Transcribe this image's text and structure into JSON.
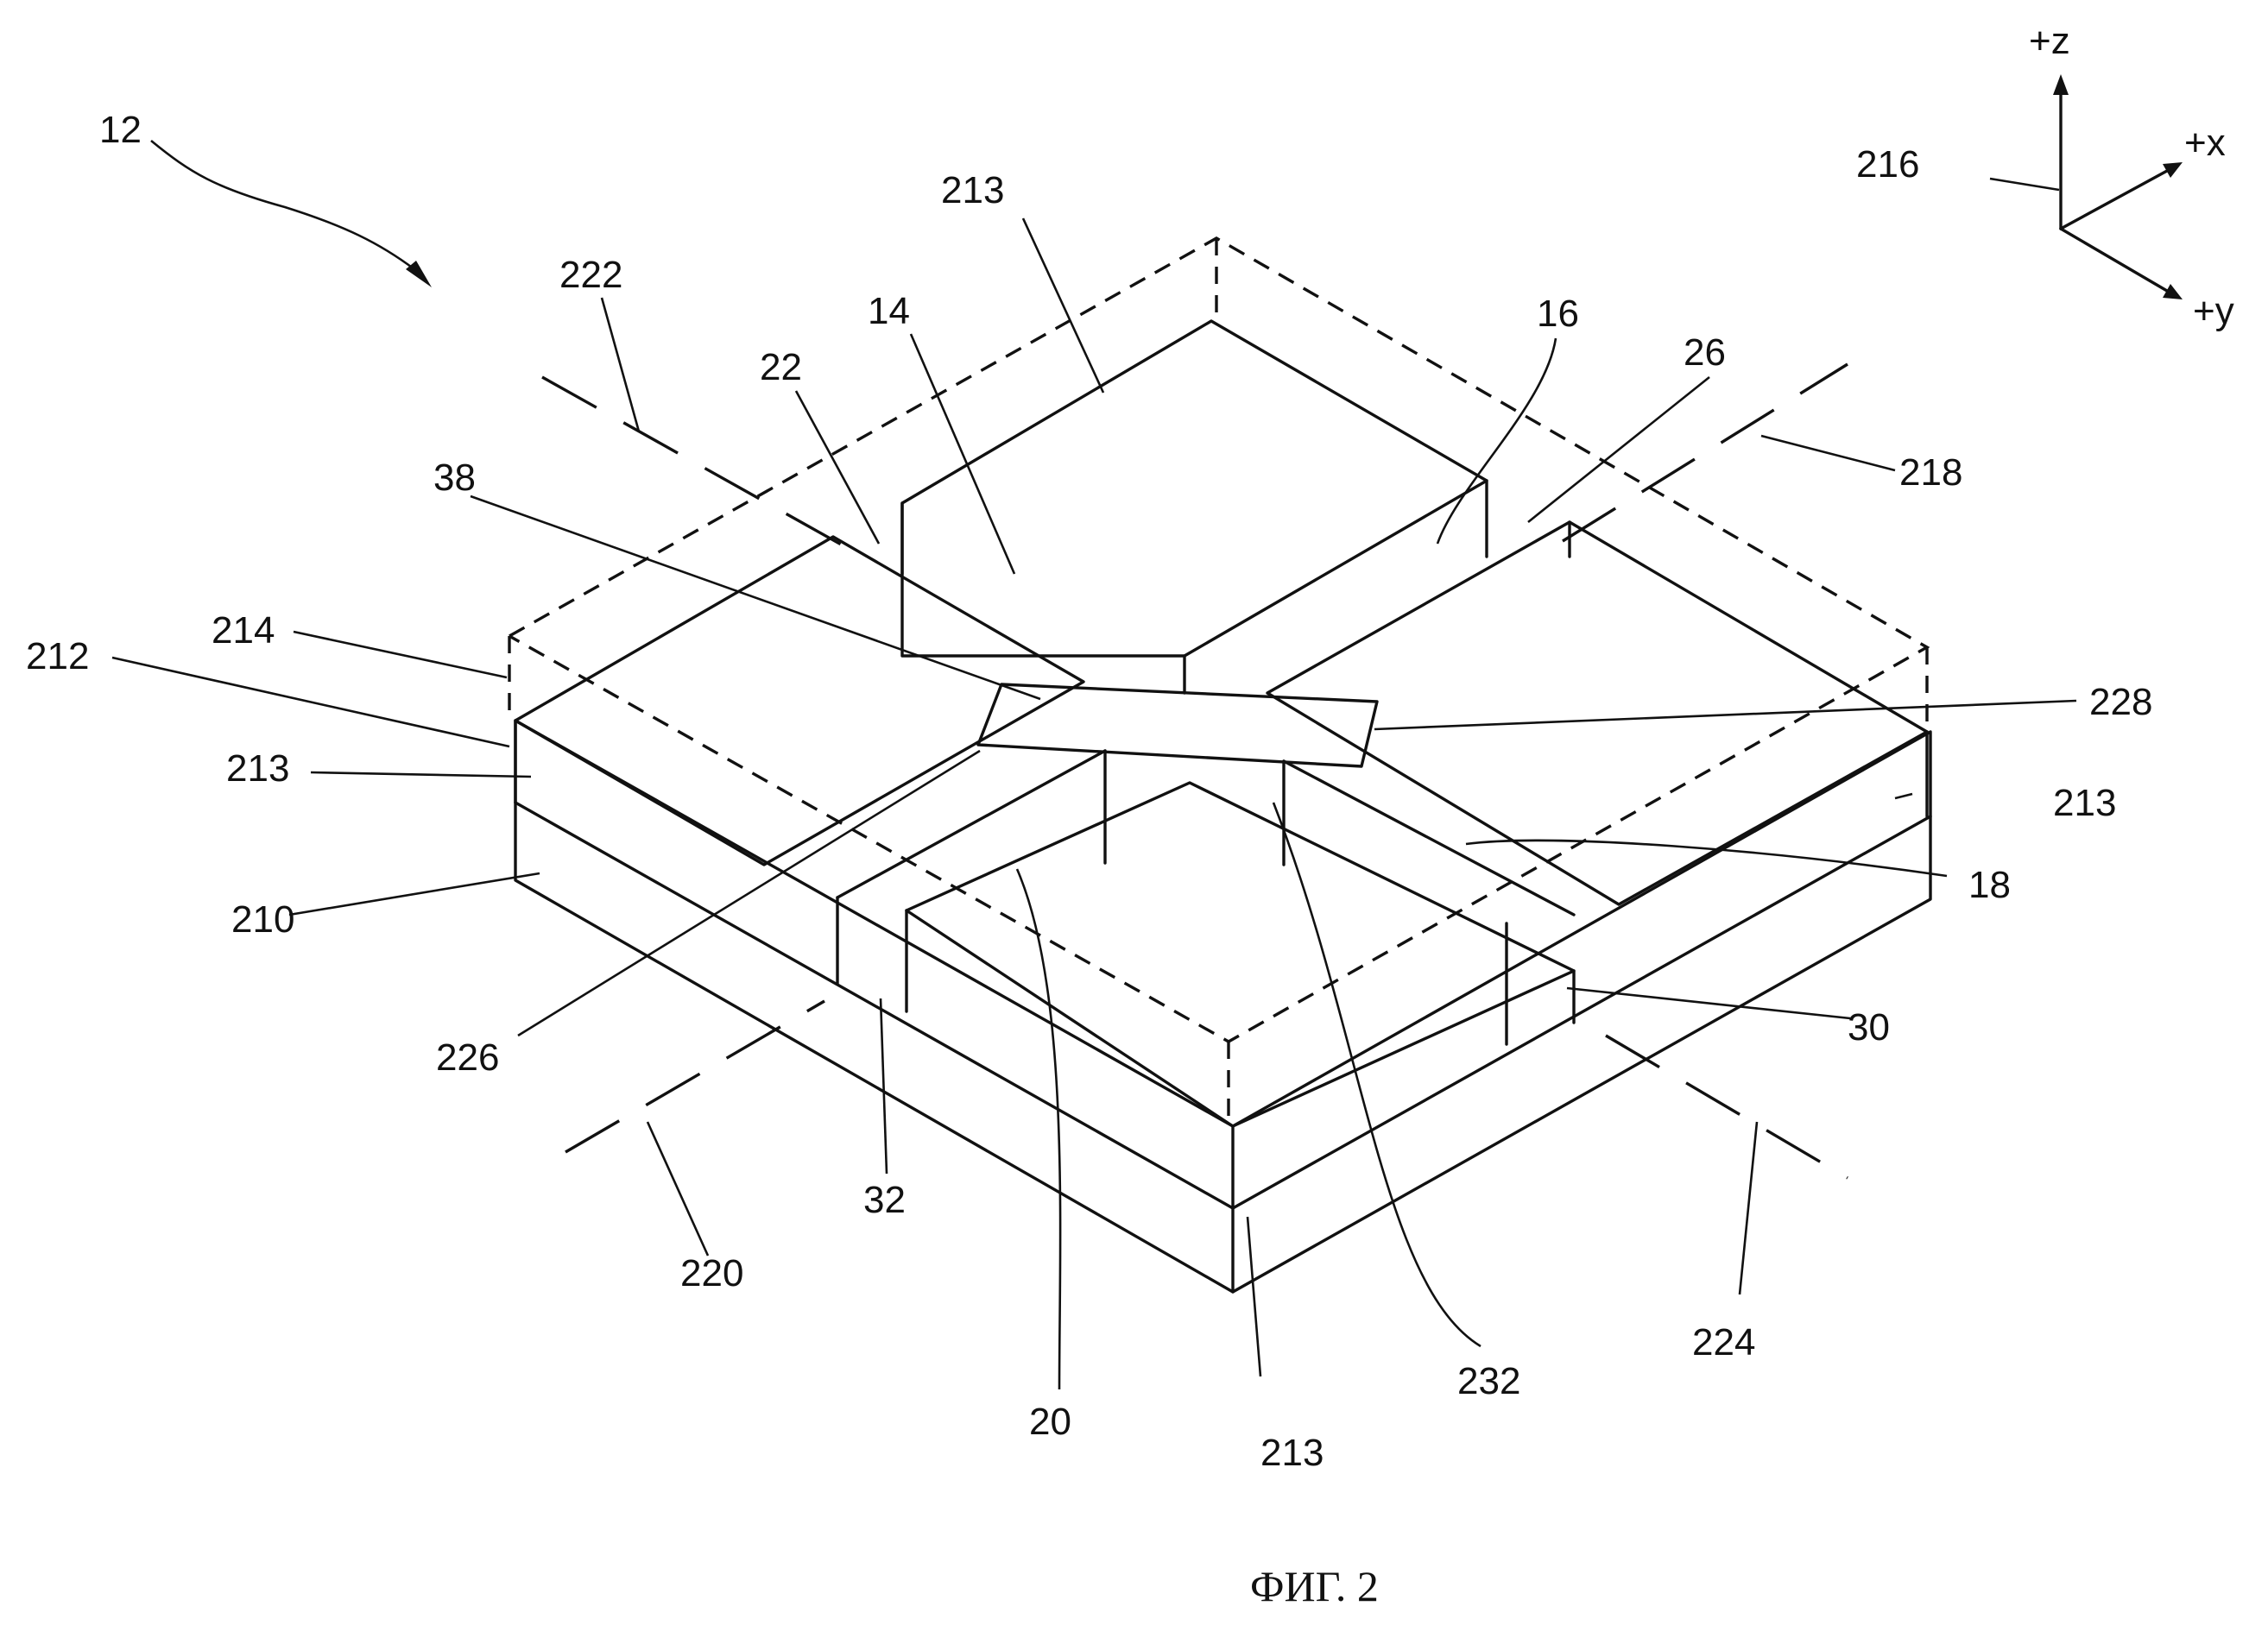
{
  "figure": {
    "caption": "ФИГ. 2",
    "axes": {
      "z": "+z",
      "x": "+x",
      "y": "+y"
    },
    "labels": [
      {
        "id": "ref-12",
        "text": "12"
      },
      {
        "id": "ref-213-top",
        "text": "213"
      },
      {
        "id": "ref-216",
        "text": "216"
      },
      {
        "id": "ref-222",
        "text": "222"
      },
      {
        "id": "ref-14",
        "text": "14"
      },
      {
        "id": "ref-22",
        "text": "22"
      },
      {
        "id": "ref-16",
        "text": "16"
      },
      {
        "id": "ref-26",
        "text": "26"
      },
      {
        "id": "ref-218",
        "text": "218"
      },
      {
        "id": "ref-38",
        "text": "38"
      },
      {
        "id": "ref-214",
        "text": "214"
      },
      {
        "id": "ref-212",
        "text": "212"
      },
      {
        "id": "ref-228",
        "text": "228"
      },
      {
        "id": "ref-213-left",
        "text": "213"
      },
      {
        "id": "ref-213-right",
        "text": "213"
      },
      {
        "id": "ref-210",
        "text": "210"
      },
      {
        "id": "ref-18",
        "text": "18"
      },
      {
        "id": "ref-30",
        "text": "30"
      },
      {
        "id": "ref-226",
        "text": "226"
      },
      {
        "id": "ref-32",
        "text": "32"
      },
      {
        "id": "ref-220",
        "text": "220"
      },
      {
        "id": "ref-224",
        "text": "224"
      },
      {
        "id": "ref-232",
        "text": "232"
      },
      {
        "id": "ref-20",
        "text": "20"
      },
      {
        "id": "ref-213-bottom",
        "text": "213"
      }
    ]
  }
}
